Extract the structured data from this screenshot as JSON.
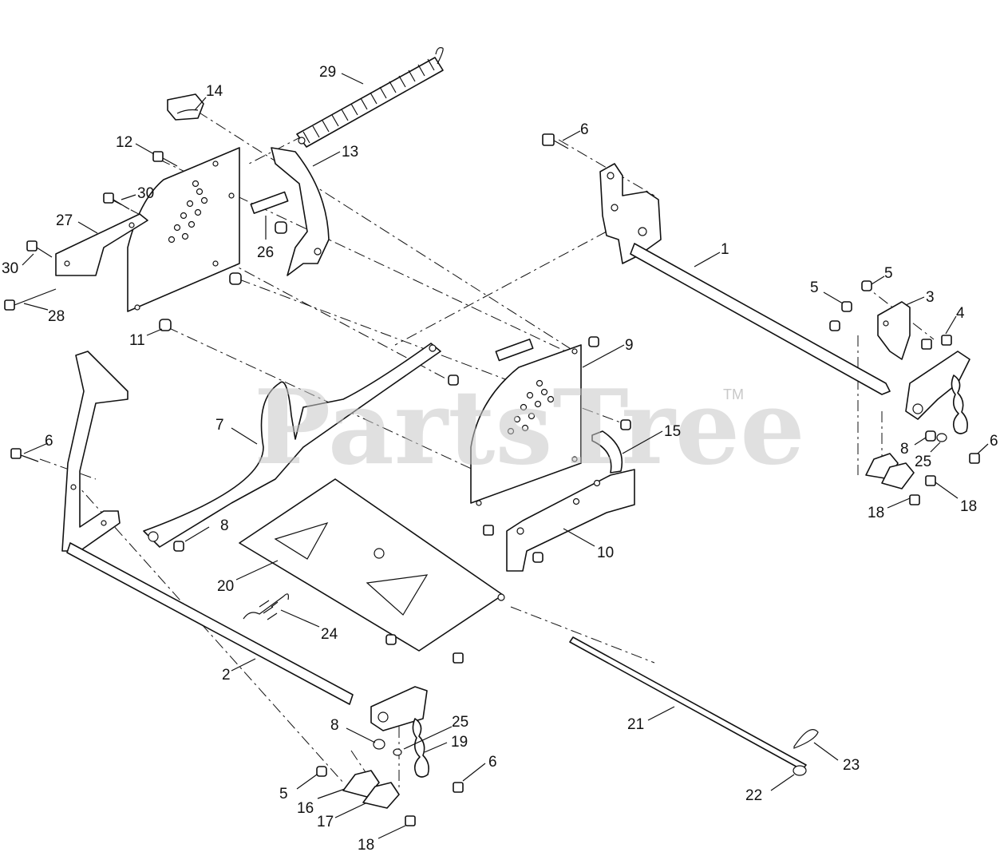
{
  "watermark": {
    "text": "PartsTree",
    "trademark": "TM"
  },
  "callouts": [
    {
      "label": "29"
    },
    {
      "label": "14"
    },
    {
      "label": "12"
    },
    {
      "label": "13"
    },
    {
      "label": "6"
    },
    {
      "label": "30"
    },
    {
      "label": "27"
    },
    {
      "label": "30"
    },
    {
      "label": "26"
    },
    {
      "label": "28"
    },
    {
      "label": "1"
    },
    {
      "label": "5"
    },
    {
      "label": "5"
    },
    {
      "label": "3"
    },
    {
      "label": "4"
    },
    {
      "label": "11"
    },
    {
      "label": "9"
    },
    {
      "label": "7"
    },
    {
      "label": "15"
    },
    {
      "label": "6"
    },
    {
      "label": "8"
    },
    {
      "label": "25"
    },
    {
      "label": "6"
    },
    {
      "label": "18"
    },
    {
      "label": "18"
    },
    {
      "label": "8"
    },
    {
      "label": "10"
    },
    {
      "label": "20"
    },
    {
      "label": "24"
    },
    {
      "label": "2"
    },
    {
      "label": "25"
    },
    {
      "label": "8"
    },
    {
      "label": "19"
    },
    {
      "label": "6"
    },
    {
      "label": "21"
    },
    {
      "label": "23"
    },
    {
      "label": "5"
    },
    {
      "label": "16"
    },
    {
      "label": "17"
    },
    {
      "label": "22"
    },
    {
      "label": "18"
    }
  ]
}
